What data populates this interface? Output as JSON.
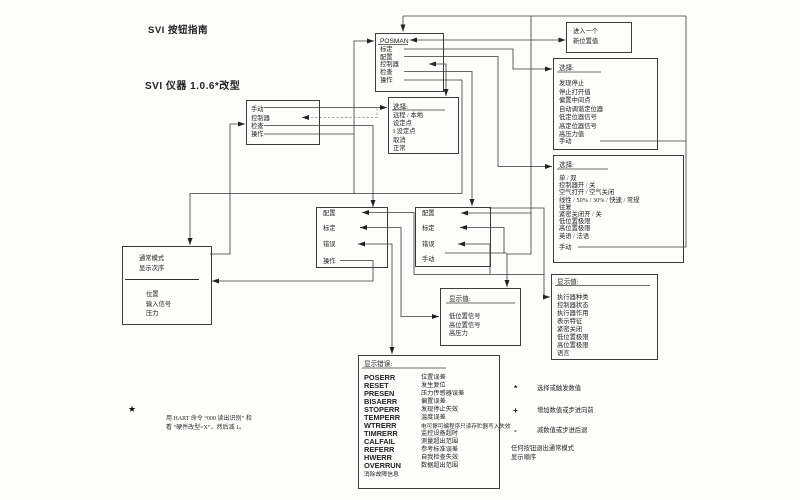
{
  "page": {
    "title": "SVI 按钮指南",
    "subtitle": "SVI 仪器 1.0.6*改型"
  },
  "boxes": {
    "posman": {
      "title": "POSMAN",
      "items": [
        "标定",
        "配置",
        "控制器",
        "检查",
        "操作"
      ]
    },
    "manual_menu": {
      "items": [
        "手动",
        "控制器",
        "检查",
        "操作"
      ]
    },
    "examine_menu_a": {
      "items": [
        "配置",
        "标定",
        "错误",
        "操作"
      ]
    },
    "examine_menu_b": {
      "items": [
        "配置",
        "标定",
        "错误",
        "手动"
      ]
    },
    "select_mode": {
      "title": "选择:",
      "items": [
        "远程 / 本地",
        "设定点",
        "I 设定点",
        "取消",
        "正常"
      ]
    },
    "new_position": {
      "line1": "进入一个",
      "line2": "新位置值"
    },
    "select_cal": {
      "title": "选择:",
      "items": [
        "发现停止",
        "停止打开值",
        "偏置中间点",
        "自动调谐定位器",
        "低定位器信号",
        "高定位器信号",
        "高压力值",
        "手动"
      ]
    },
    "select_cfg": {
      "title": "选择:",
      "items": [
        "单 / 双",
        "控制器开 / 关",
        "空气打开 / 空气关闭",
        "线性 / 50% / 30% / 快速 / 常规",
        "往复",
        "紧密关闭开 / 关",
        "低位置极限",
        "高位置极限",
        "英语 / 法语",
        "手动"
      ]
    },
    "display_cal": {
      "title": "显示值:",
      "items": [
        "低位置信号",
        "高位置信号",
        "高压力"
      ]
    },
    "display_cfg": {
      "title": "显示值:",
      "items": [
        "执行器种类",
        "控制器状态",
        "执行器作用",
        "表示特征",
        "紧密关闭",
        "低位置极限",
        "高位置极限",
        "语言"
      ]
    },
    "normal_mode": {
      "line1": "通常模式",
      "line2": "显示次序",
      "items": [
        "位置",
        "输入信号",
        "压力"
      ]
    },
    "errors": {
      "title": "显示错误:",
      "rows": [
        {
          "code": "POSERR",
          "desc": "位置误差"
        },
        {
          "code": "RESET",
          "desc": "发生复位"
        },
        {
          "code": "PRESEN",
          "desc": "压力传感器误差"
        },
        {
          "code": "BISAERR",
          "desc": "偏置误差"
        },
        {
          "code": "STOPERR",
          "desc": "发现停止失效"
        },
        {
          "code": "TEMPERR",
          "desc": "温度误差"
        },
        {
          "code": "WTRERR",
          "desc": "电可擦可编程序只读存贮器写入失效"
        },
        {
          "code": "TIMRERR",
          "desc": "监控设备超时"
        },
        {
          "code": "CALFAIL",
          "desc": "测量超出范围"
        },
        {
          "code": "REFERR",
          "desc": "参考标准误差"
        },
        {
          "code": "HWERR",
          "desc": "自我检查失效"
        },
        {
          "code": "OVERRUN",
          "desc": "数据超出范围"
        }
      ],
      "footer": "消除故障信息"
    }
  },
  "legend": {
    "rows": [
      {
        "symbol": "*",
        "text": "选择或触发数值"
      },
      {
        "symbol": "+",
        "text": "增加数值或步进向前"
      },
      {
        "symbol": "-",
        "text": "减数值或步进后退"
      }
    ],
    "note1": "任何按钮退出通常模式",
    "note2": "显示顺序"
  },
  "footnote": {
    "star": "★",
    "line1": "用 HART 命令 “000 读出识别” 和",
    "line2": "看 “硬件改型=X”，然后减 1。"
  }
}
